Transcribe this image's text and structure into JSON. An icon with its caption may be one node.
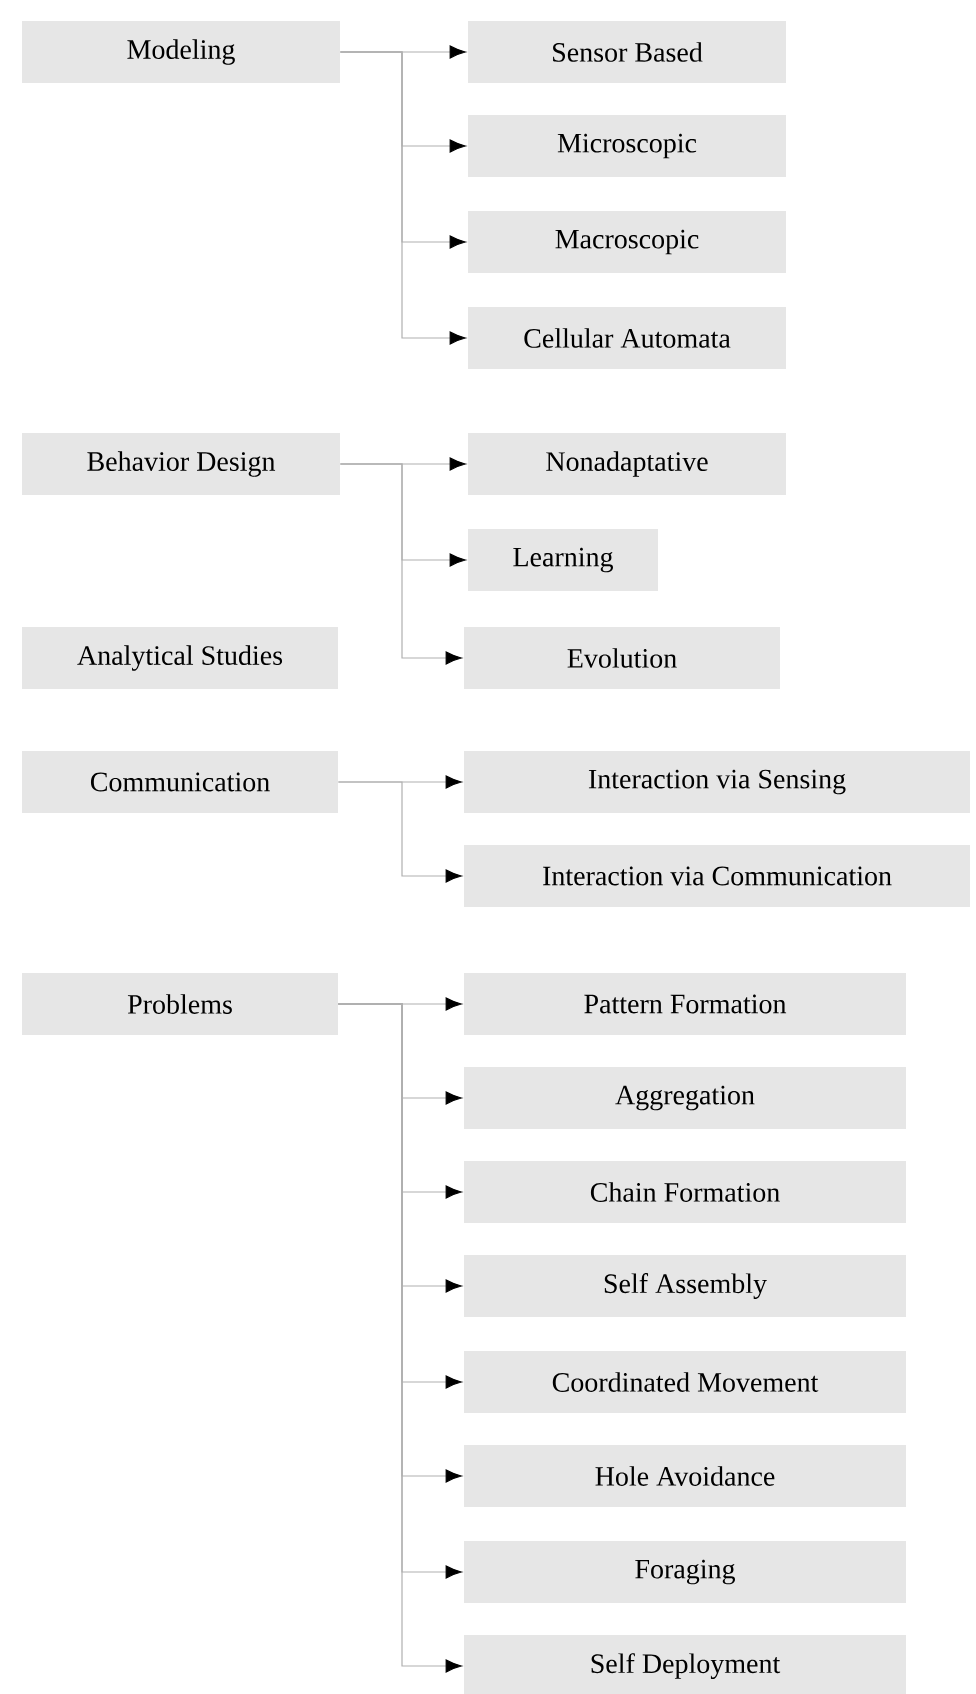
{
  "diagram": {
    "nodes": [
      {
        "text": [
          "Modeling"
        ]
      },
      {
        "text": [
          "Sensor Based"
        ]
      },
      {
        "text": [
          "Microscopic"
        ]
      },
      {
        "text": [
          "Macroscopic"
        ]
      },
      {
        "text": [
          "Cellular Automata"
        ]
      },
      {
        "text": [
          "Behavior Design"
        ]
      },
      {
        "text": [
          "Nonadaptative"
        ]
      },
      {
        "text": [
          "Learning"
        ]
      },
      {
        "text": [
          "Analytical Studies"
        ]
      },
      {
        "text": [
          "Evolution"
        ]
      },
      {
        "text": [
          "Communication"
        ]
      },
      {
        "text": [
          "Interaction via Sensing"
        ]
      },
      {
        "text": [
          "Interaction via Communication"
        ]
      },
      {
        "text": [
          "Problems"
        ]
      },
      {
        "text": [
          "Pattern Formation"
        ]
      },
      {
        "text": [
          "Aggregation"
        ]
      },
      {
        "text": [
          "Chain Formation"
        ]
      },
      {
        "text": [
          "Self Assembly"
        ]
      },
      {
        "text": [
          "Coordinated Movement"
        ]
      },
      {
        "text": [
          "Hole Avoidance"
        ]
      },
      {
        "text": [
          "Foraging"
        ]
      },
      {
        "text": [
          "Self Deployment"
        ]
      }
    ],
    "edges": [
      {
        "from": 0,
        "to": 1,
        "arrow": "to"
      },
      {
        "from": 0,
        "to": 2,
        "arrow": "to"
      },
      {
        "from": 0,
        "to": 3,
        "arrow": "to"
      },
      {
        "from": 0,
        "to": 4,
        "arrow": "to"
      },
      {
        "from": 5,
        "to": 6,
        "arrow": "to"
      },
      {
        "from": 5,
        "to": 7,
        "arrow": "to"
      },
      {
        "from": 5,
        "to": 9,
        "arrow": "to"
      },
      {
        "from": 10,
        "to": 11,
        "arrow": "to"
      },
      {
        "from": 10,
        "to": 12,
        "arrow": "to"
      },
      {
        "from": 13,
        "to": 14,
        "arrow": "to"
      },
      {
        "from": 13,
        "to": 15,
        "arrow": "to"
      },
      {
        "from": 13,
        "to": 16,
        "arrow": "to"
      },
      {
        "from": 13,
        "to": 17,
        "arrow": "to"
      },
      {
        "from": 13,
        "to": 18,
        "arrow": "to"
      },
      {
        "from": 13,
        "to": 19,
        "arrow": "to"
      },
      {
        "from": 13,
        "to": 20,
        "arrow": "to"
      },
      {
        "from": 13,
        "to": 21,
        "arrow": "to"
      }
    ]
  }
}
